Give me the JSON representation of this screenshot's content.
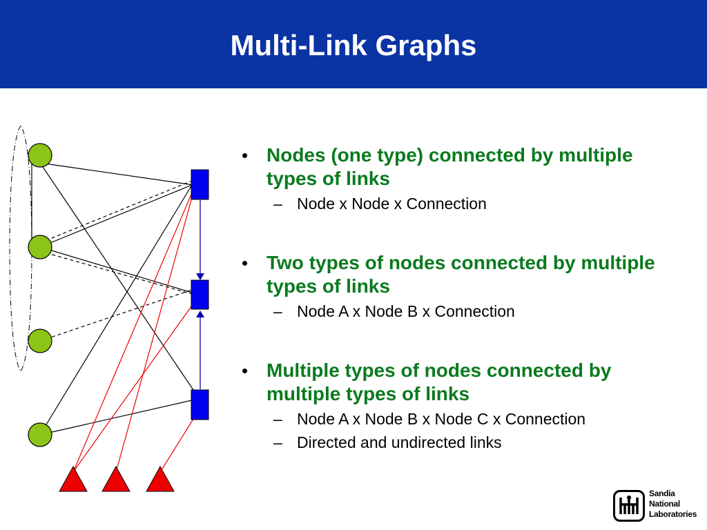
{
  "slide": {
    "title": "Multi-Link Graphs"
  },
  "bullets": [
    {
      "text": "Nodes (one type) connected by multiple types of links",
      "subitems": [
        "Node x Node x Connection"
      ]
    },
    {
      "text": "Two types of nodes connected by multiple types of links",
      "subitems": [
        "Node A x Node B x Connection"
      ]
    },
    {
      "text": "Multiple types of nodes connected by multiple types of links",
      "subitems": [
        "Node A x Node B x Node C x Connection",
        "Directed and undirected links"
      ]
    }
  ],
  "logo": {
    "line1": "Sandia",
    "line2": "National",
    "line3": "Laboratories"
  },
  "colors": {
    "title_bar": "#0a34a4",
    "bullet_text": "#0a7a1e",
    "circle_node": "#8cc418",
    "square_node": "#0000ee",
    "triangle_node": "#ee0000",
    "red_link": "#ee0000",
    "blue_link": "#0000aa"
  }
}
